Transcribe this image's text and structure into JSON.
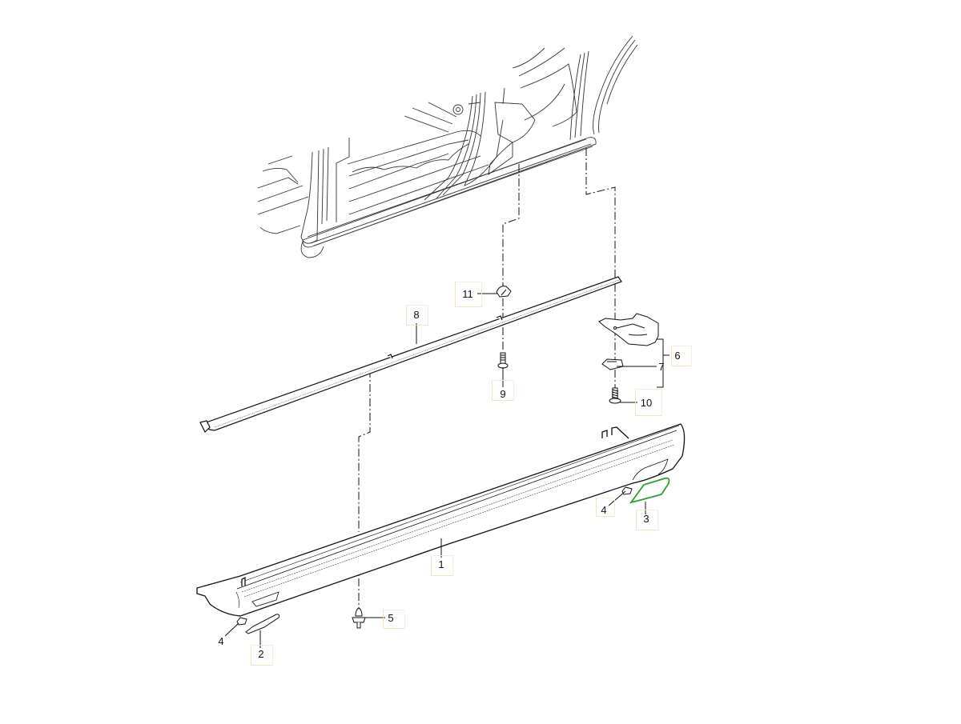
{
  "diagram": {
    "type": "exploded-parts-view",
    "subject": "Side sill cover (rocker panel) assembly",
    "highlight_color": "#2e9e2e",
    "line_color": "#111111",
    "hotspot_border_color": "#f3e3c3"
  },
  "callouts": [
    {
      "id": "1",
      "label": "1",
      "part": "side-sill-cover"
    },
    {
      "id": "2",
      "label": "2",
      "part": "front-trim-insert"
    },
    {
      "id": "3",
      "label": "3",
      "part": "rear-trim-insert",
      "highlighted": true
    },
    {
      "id": "4a",
      "label": "4",
      "part": "clip-front"
    },
    {
      "id": "4b",
      "label": "4",
      "part": "clip-rear"
    },
    {
      "id": "5",
      "label": "5",
      "part": "expanding-rivet"
    },
    {
      "id": "6",
      "label": "6",
      "part": "bracket-assembly"
    },
    {
      "id": "7",
      "label": "7",
      "part": "spring-nut"
    },
    {
      "id": "8",
      "label": "8",
      "part": "mounting-rail"
    },
    {
      "id": "9",
      "label": "9",
      "part": "screw"
    },
    {
      "id": "10",
      "label": "10",
      "part": "tapping-screw"
    },
    {
      "id": "11",
      "label": "11",
      "part": "nut-clip"
    }
  ]
}
